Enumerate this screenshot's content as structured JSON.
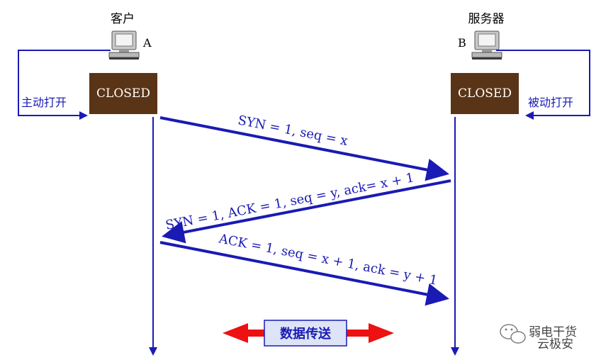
{
  "client": {
    "title": "客户",
    "letter": "A",
    "state": "CLOSED",
    "action": "主动打开"
  },
  "server": {
    "title": "服务器",
    "letter": "B",
    "state": "CLOSED",
    "action": "被动打开"
  },
  "messages": [
    {
      "text": "SYN = 1, seq = x"
    },
    {
      "text": "SYN = 1, ACK = 1, seq = y, ack= x + 1"
    },
    {
      "text": "ACK = 1, seq = x + 1, ack = y + 1"
    }
  ],
  "data_transfer": {
    "label": "数据传送"
  },
  "watermark": {
    "line1": "弱电干货",
    "line2": "云极安"
  },
  "colors": {
    "arrow": "#1a1ab4",
    "state_box": "#5a3416",
    "state_text": "#ffffff",
    "data_arrow": "#ee1111",
    "data_box_bg": "#dde4f7",
    "data_box_border": "#1a1ab4"
  },
  "icons": {
    "client": "computer-icon",
    "server": "computer-icon",
    "watermark": "wechat-icon"
  }
}
